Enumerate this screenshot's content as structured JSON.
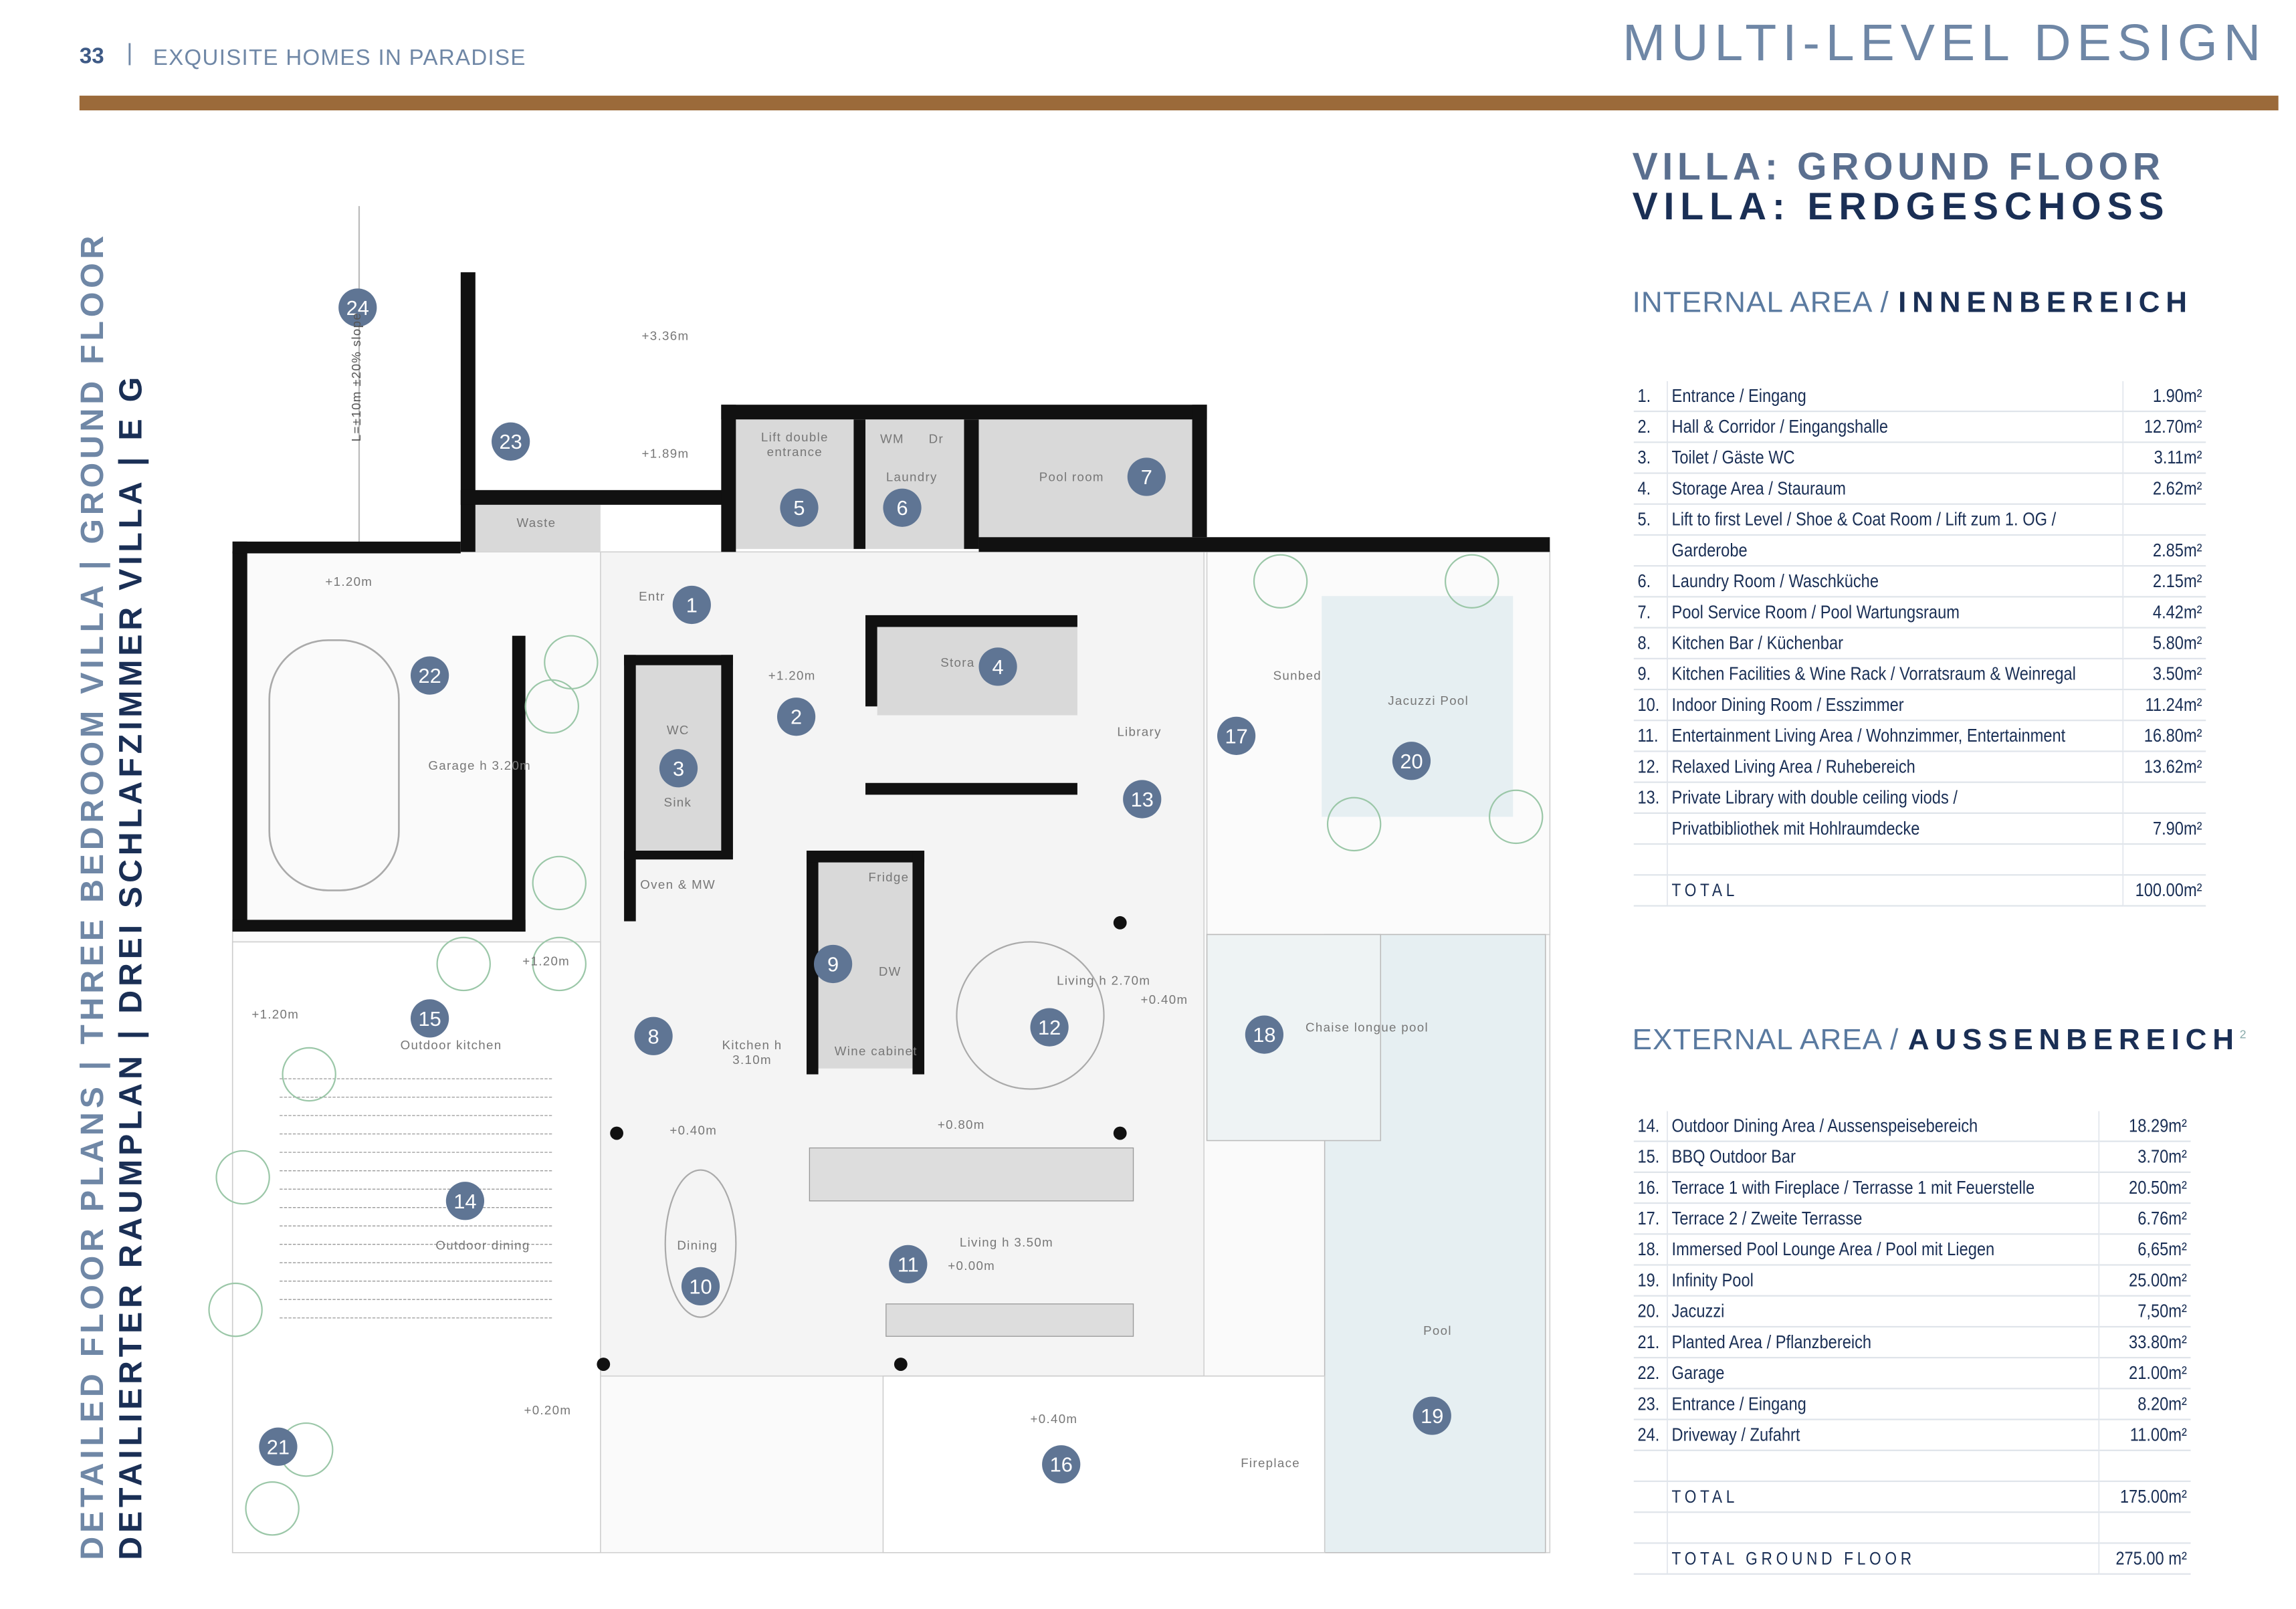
{
  "header": {
    "page_number": "33",
    "separator": "|",
    "subtitle": "EXQUISITE HOMES IN PARADISE",
    "title": "MULTI-LEVEL DESIGN"
  },
  "side_titles": {
    "line1": "DETAILED FLOOR PLANS  |  THREE BEDROOM VILLA  |  GROUND FLOOR",
    "line2": "DETAILIERTER RAUMPLAN  |  DREI SCHLAFZIMMER VILLA  |  E G"
  },
  "headings": {
    "title_en": "VILLA: GROUND FLOOR",
    "title_de": "VILLA: ERDGESCHOSS"
  },
  "internal": {
    "heading": "INTERNAL AREA /",
    "heading_de": "INNENBEREICH",
    "rows": [
      {
        "num": "1.",
        "label": "Entrance / Eingang",
        "value": "1.90m²"
      },
      {
        "num": "2.",
        "label": "Hall & Corridor / Eingangshalle",
        "value": "12.70m²"
      },
      {
        "num": "3.",
        "label": "Toilet / Gäste WC",
        "value": "3.11m²"
      },
      {
        "num": "4.",
        "label": "Storage Area / Stauraum",
        "value": "2.62m²"
      },
      {
        "num": "5.",
        "label": "Lift to first Level / Shoe & Coat Room / Lift zum 1. OG /",
        "value": ""
      },
      {
        "num": "",
        "label": "Garderobe",
        "value": "2.85m²"
      },
      {
        "num": "6.",
        "label": "Laundry Room / Waschküche",
        "value": "2.15m²"
      },
      {
        "num": "7.",
        "label": "Pool Service Room / Pool Wartungsraum",
        "value": "4.42m²"
      },
      {
        "num": "8.",
        "label": "Kitchen Bar / Küchenbar",
        "value": "5.80m²"
      },
      {
        "num": "9.",
        "label": "Kitchen Facilities & Wine Rack / Vorratsraum & Weinregal",
        "value": "3.50m²"
      },
      {
        "num": "10.",
        "label": "Indoor Dining Room / Esszimmer",
        "value": "11.24m²"
      },
      {
        "num": "11.",
        "label": "Entertainment Living Area / Wohnzimmer, Entertainment",
        "value": "16.80m²"
      },
      {
        "num": "12.",
        "label": "Relaxed Living Area / Ruhebereich",
        "value": "13.62m²"
      },
      {
        "num": "13.",
        "label": "Private Library with double ceiling viods /",
        "value": ""
      },
      {
        "num": "",
        "label": "Privatbibliothek mit Hohlraumdecke",
        "value": "7.90m²"
      },
      {
        "num": "",
        "label": "",
        "value": ""
      }
    ],
    "total_label": "TOTAL",
    "total_value": "100.00m²"
  },
  "external": {
    "heading": "EXTERNAL AREA /",
    "heading_de": "AUSSENBEREICH",
    "heading_sup": "2",
    "rows": [
      {
        "num": "14.",
        "label": "Outdoor Dining Area / Aussenspeisebereich",
        "value": "18.29m²"
      },
      {
        "num": "15.",
        "label": "BBQ Outdoor Bar",
        "value": "3.70m²"
      },
      {
        "num": "16.",
        "label": "Terrace 1 with Fireplace / Terrasse 1 mit Feuerstelle",
        "value": "20.50m²"
      },
      {
        "num": "17.",
        "label": "Terrace 2 / Zweite Terrasse",
        "value": "6.76m²"
      },
      {
        "num": "18.",
        "label": "Immersed Pool Lounge Area / Pool mit Liegen",
        "value": "6,65m²"
      },
      {
        "num": "19.",
        "label": "Infinity Pool",
        "value": "25.00m²"
      },
      {
        "num": "20.",
        "label": "Jacuzzi",
        "value": "7,50m²"
      },
      {
        "num": "21.",
        "label": "Planted Area / Pflanzbereich",
        "value": "33.80m²"
      },
      {
        "num": "22.",
        "label": "Garage",
        "value": "21.00m²"
      },
      {
        "num": "23.",
        "label": "Entrance / Eingang",
        "value": "8.20m²"
      },
      {
        "num": "24.",
        "label": "Driveway / Zufahrt",
        "value": "11.00m²"
      },
      {
        "num": "",
        "label": "",
        "value": ""
      }
    ],
    "total_label": "TOTAL",
    "total_value": "175.00m²",
    "grand_total_label": "TOTAL GROUND FLOOR",
    "grand_total_value": "275.00 m²"
  },
  "plan": {
    "markers": [
      "1",
      "2",
      "3",
      "4",
      "5",
      "6",
      "7",
      "8",
      "9",
      "10",
      "11",
      "12",
      "13",
      "14",
      "15",
      "16",
      "17",
      "18",
      "19",
      "20",
      "21",
      "22",
      "23",
      "24"
    ],
    "labels": [
      "+3.36m",
      "+1.89m",
      "Waste",
      "Entr",
      "Lift double entrance",
      "WM",
      "Dr",
      "Laundry",
      "Pool room",
      "+1.20m",
      "Garage h 3.20m",
      "+1.20m",
      "WC",
      "Sink",
      "Oven & MW",
      "Stora",
      "Library",
      "Sunbed",
      "Jacuzzi Pool",
      "Fridge",
      "DW",
      "Wine cabinet",
      "Kitchen h 3.10m",
      "Living h 2.70m",
      "+0.40m",
      "+1.20m",
      "+1.20m",
      "Outdoor kitchen",
      "+0.40m",
      "+0.80m",
      "Dining",
      "Living h 3.50m",
      "+0.00m",
      "Outdoor dining",
      "Chaise longue pool",
      "Pool",
      "+0.40m",
      "Fireplace",
      "+0.20m",
      "L=±10m ±20% slope"
    ],
    "colors": {
      "marker": "#5f7594",
      "wall": "#111111",
      "pool": "#e6eff2",
      "floor": "#f4f4f4",
      "room": "#d9d9d9"
    }
  }
}
